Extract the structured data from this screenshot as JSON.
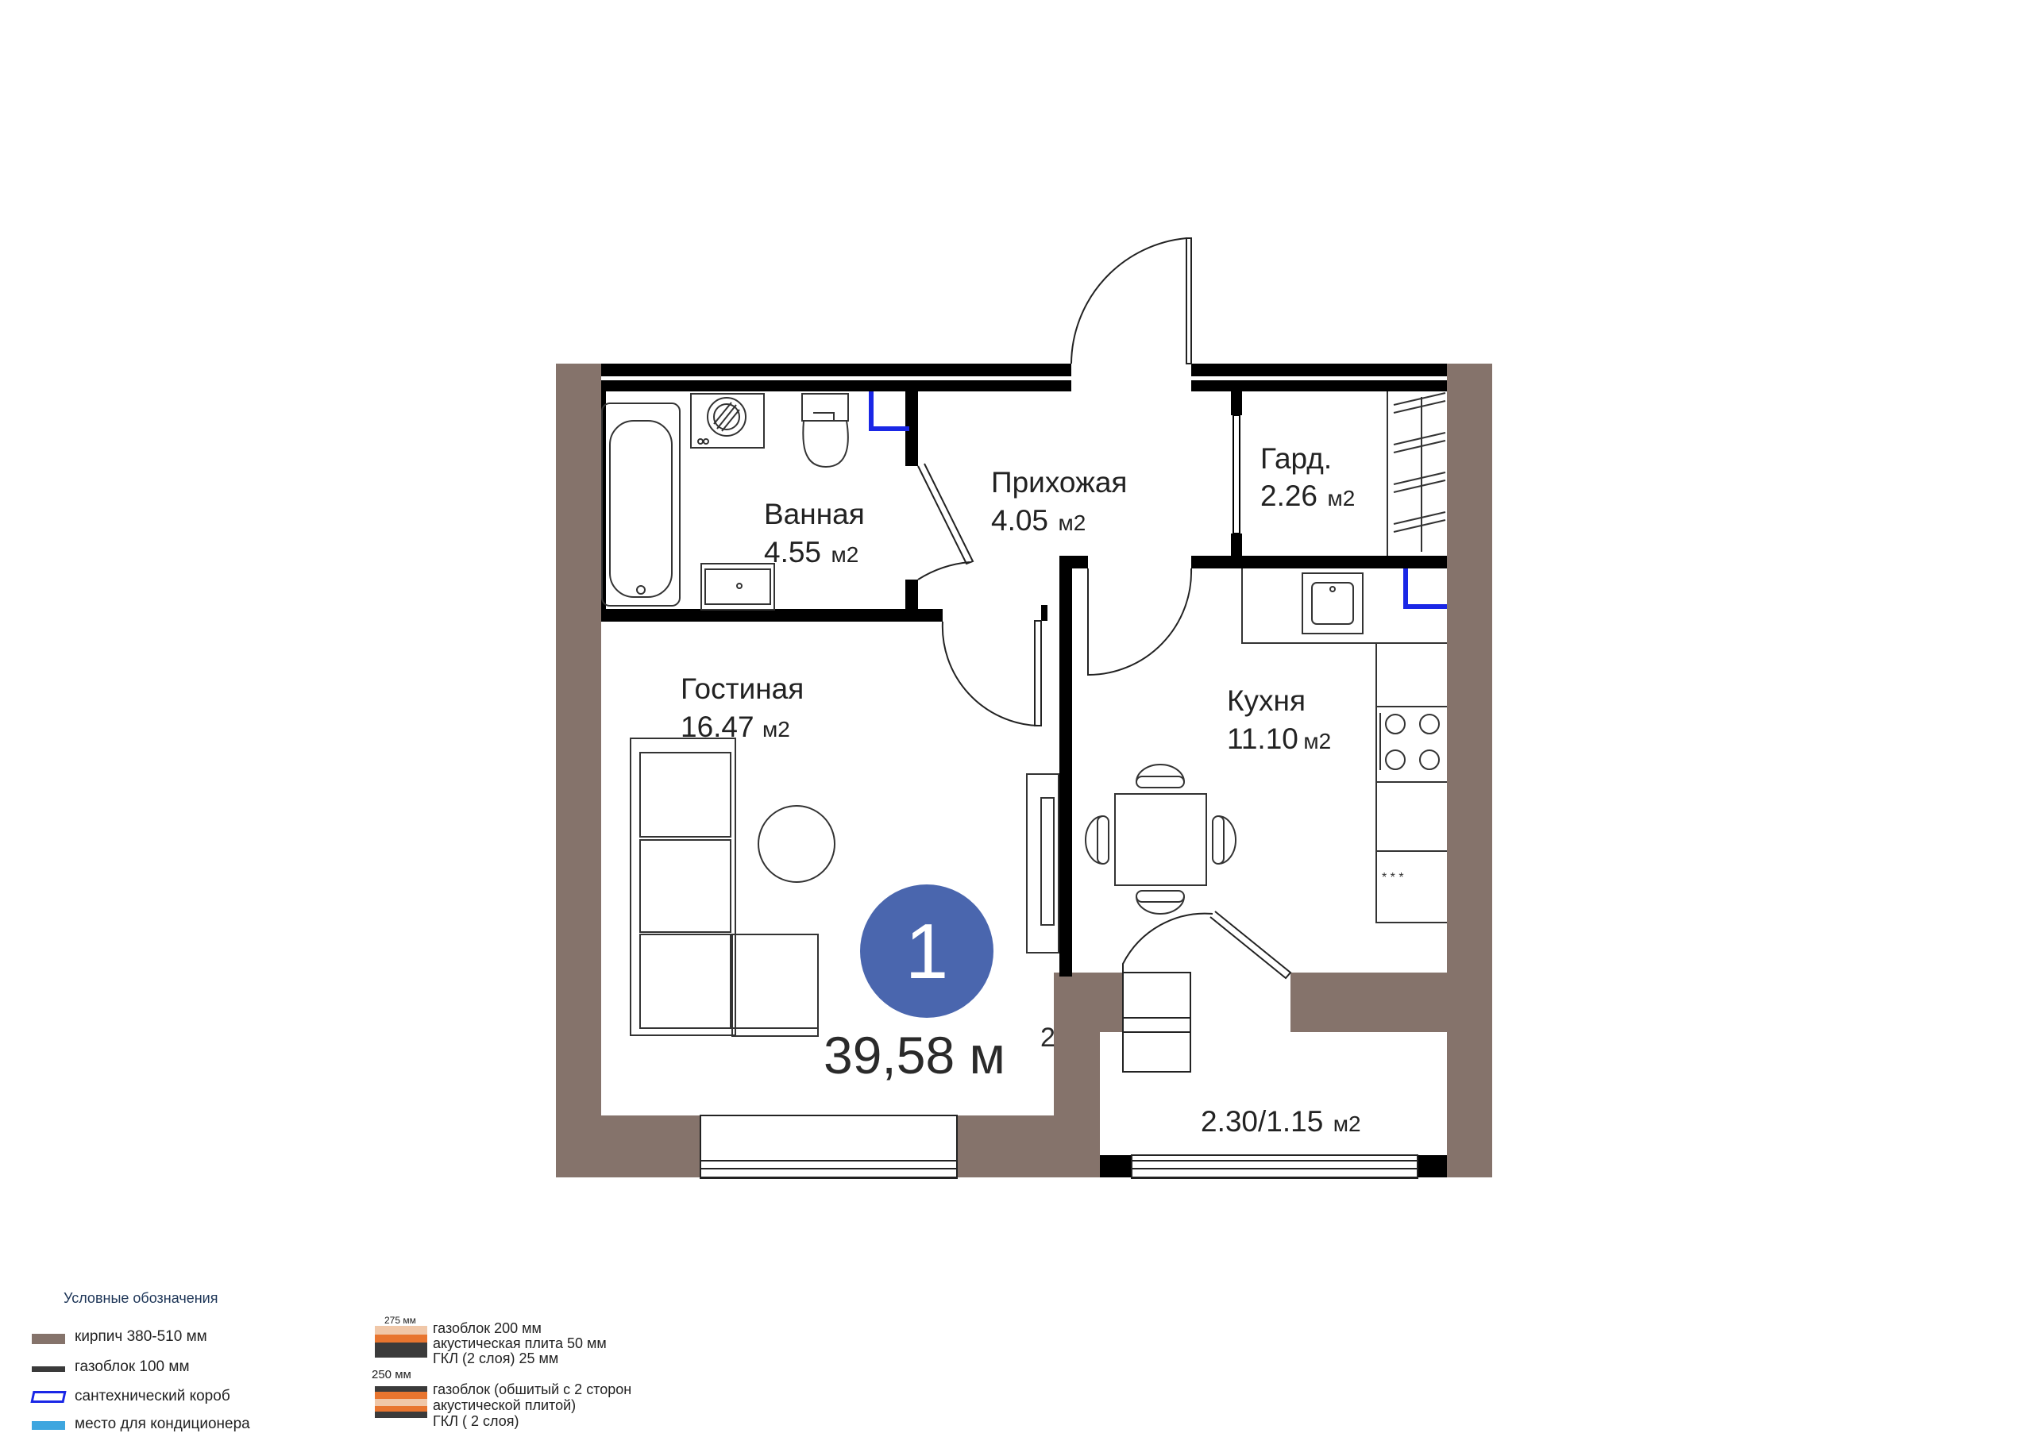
{
  "rooms": {
    "bathroom": {
      "name": "Ванная",
      "area": "4.55",
      "unit": "м2"
    },
    "hallway": {
      "name": "Прихожая",
      "area": "4.05",
      "unit": "м2"
    },
    "wardrobe": {
      "name": "Гард.",
      "area": "2.26",
      "unit": "м2"
    },
    "living": {
      "name": "Гостиная",
      "area": "16.47",
      "unit": "м2"
    },
    "kitchen": {
      "name": "Кухня",
      "area": "11.10",
      "unit": "м2"
    },
    "balcony": {
      "area": "2.30/1.15",
      "unit": "м2"
    }
  },
  "apartment": {
    "number": "1",
    "total_area": "39,58 м",
    "total_sup": "2",
    "badge_color": "#4a66ae"
  },
  "colors": {
    "brick": "#85736b",
    "wall": "#000000",
    "shaft": "#1a27e6",
    "ac": "#3ea6df"
  },
  "legend": {
    "title": "Условные обозначения",
    "items": [
      {
        "label": "кирпич 380-510 мм",
        "icon": "brick-swatch"
      },
      {
        "label": "газоблок 100 мм",
        "icon": "gasblock-swatch"
      },
      {
        "label": "сантехнический короб",
        "icon": "plumbing-box-swatch"
      },
      {
        "label": "место для кондиционера",
        "icon": "ac-place-swatch"
      }
    ],
    "wall_types": [
      {
        "thickness": "275 мм",
        "lines": [
          "газоблок 200 мм",
          "акустическая плита 50 мм",
          "ГКЛ (2 слоя) 25 мм"
        ]
      },
      {
        "thickness": "250 мм",
        "lines": [
          "газоблок (обшитый с 2 сторон",
          "акустической плитой)",
          "ГКЛ ( 2 слоя)"
        ]
      }
    ]
  }
}
